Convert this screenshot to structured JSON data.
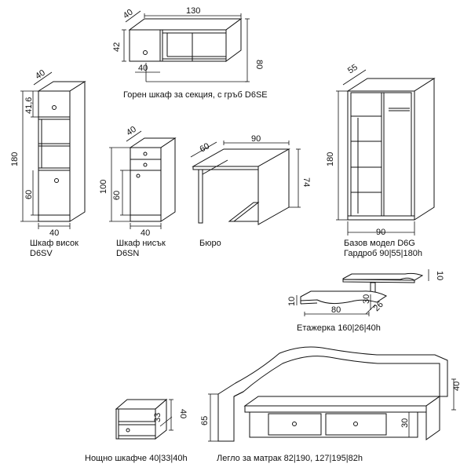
{
  "captions": {
    "top_cabinet": "Горен шкаф за секция, с гръб D6SE",
    "tall_cabinet_l1": "Шкаф висок",
    "tall_cabinet_l2": "D6SV",
    "low_cabinet_l1": "Шкаф нисък",
    "low_cabinet_l2": "D6SN",
    "desk": "Бюро",
    "wardrobe_l1": "Базов модел D6G",
    "wardrobe_l2": "Гардроб 90|55|180h",
    "shelf": "Етажерка 160|26|40h",
    "nightstand": "Нощно шкафче 40|33|40h",
    "bed": "Легло за матрак 82|190, 127|195|82h"
  },
  "dims": {
    "top_depth": "40",
    "top_width": "130",
    "top_height_small": "42",
    "top_height_total": "80",
    "top_inner": "40",
    "tall_depth": "40",
    "tall_upper": "41,6",
    "tall_height": "180",
    "tall_lower": "60",
    "tall_width": "40",
    "low_depth": "40",
    "low_height": "100",
    "low_lower": "60",
    "low_width": "40",
    "desk_depth": "60",
    "desk_width": "90",
    "desk_height": "74",
    "ward_depth": "55",
    "ward_height": "180",
    "ward_width": "90",
    "shelf_top_h": "10",
    "shelf_left_h": "10",
    "shelf_mid": "30",
    "shelf_depth": "26",
    "shelf_width": "80",
    "night_depth": "33",
    "night_height": "40",
    "bed_height": "65",
    "bed_side": "40",
    "bed_drawer": "30"
  }
}
